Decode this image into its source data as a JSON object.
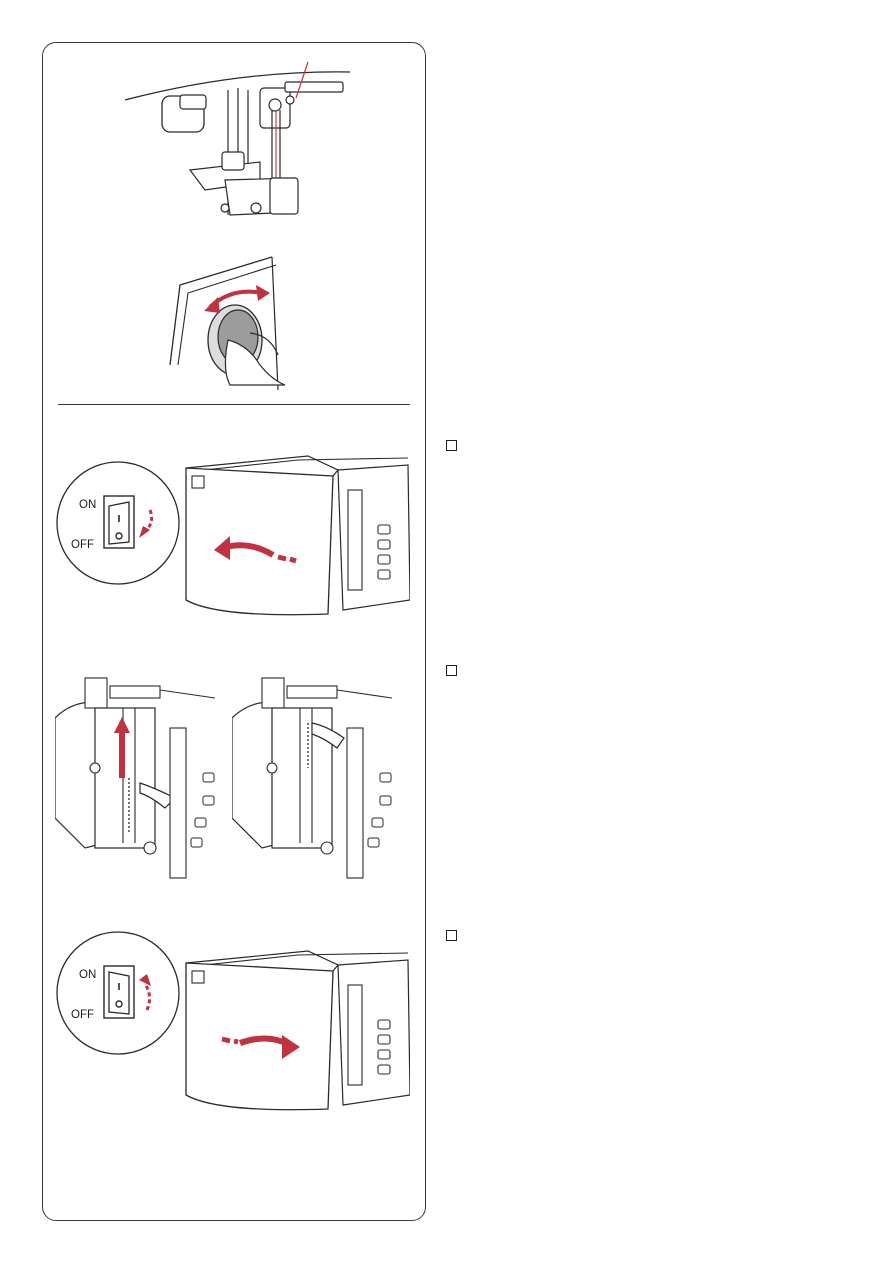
{
  "switch_top": {
    "on_label": "ON",
    "off_label": "OFF"
  },
  "switch_bottom": {
    "on_label": "ON",
    "off_label": "OFF"
  },
  "steps": [
    {
      "checkbox": "empty"
    },
    {
      "checkbox": "empty"
    },
    {
      "checkbox": "empty"
    }
  ],
  "colors": {
    "accent": "#c0323f",
    "line": "#2a2a2a",
    "panel_border": "#3a3a3a"
  }
}
